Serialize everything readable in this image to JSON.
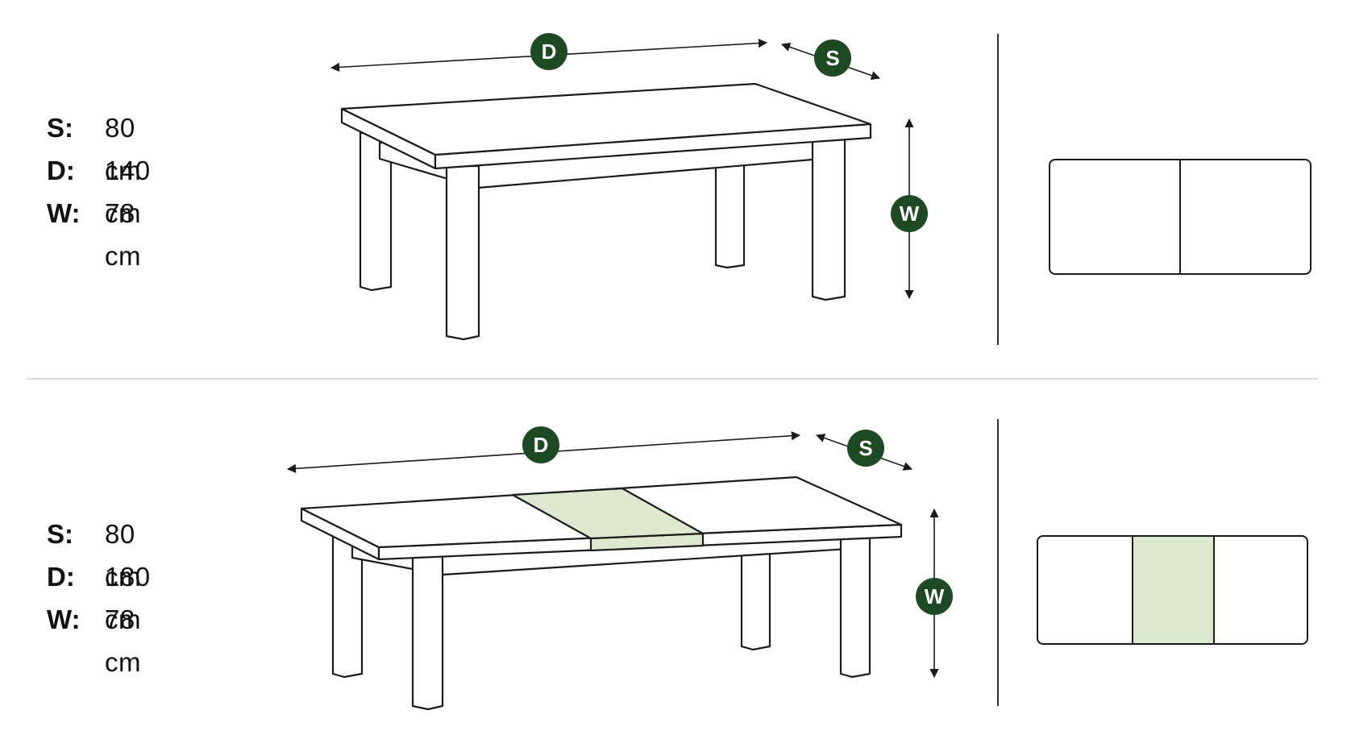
{
  "colors": {
    "badge": "#1d4a22",
    "extension_fill": "#dde8cf",
    "line": "#1b1b1b",
    "divider": "#c9cbe2"
  },
  "configs": [
    {
      "specs": [
        {
          "key": "S:",
          "value": "80 cm"
        },
        {
          "key": "D:",
          "value": "140 cm"
        },
        {
          "key": "W:",
          "value": "78 cm"
        }
      ],
      "badges": {
        "depth": "D",
        "width": "S",
        "height": "W"
      }
    },
    {
      "specs": [
        {
          "key": "S:",
          "value": "80 cm"
        },
        {
          "key": "D:",
          "value": "180 cm"
        },
        {
          "key": "W:",
          "value": "78 cm"
        }
      ],
      "badges": {
        "depth": "D",
        "width": "S",
        "height": "W"
      }
    }
  ]
}
